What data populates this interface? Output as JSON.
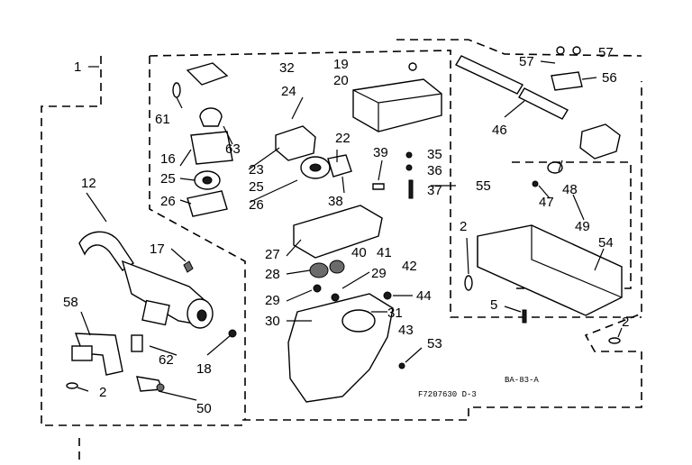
{
  "diagram": {
    "footer": {
      "code_top": "BA-83-A",
      "code_bottom": "F7207630  D-3"
    },
    "labels": {
      "l1": "1",
      "l2a": "2",
      "l2b": "2",
      "l2c": "2",
      "l5": "5",
      "l12": "12",
      "l16": "16",
      "l17": "17",
      "l18": "18",
      "l19": "19",
      "l20": "20",
      "l22": "22",
      "l23": "23",
      "l24": "24",
      "l25a": "25",
      "l25b": "25",
      "l26a": "26",
      "l26b": "26",
      "l27": "27",
      "l28": "28",
      "l29a": "29",
      "l29b": "29",
      "l30": "30",
      "l31": "31",
      "l32": "32",
      "l35": "35",
      "l36": "36",
      "l37": "37",
      "l38": "38",
      "l39": "39",
      "l40": "40",
      "l41": "41",
      "l42": "42",
      "l43": "43",
      "l44": "44",
      "l46": "46",
      "l47": "47",
      "l48": "48",
      "l49": "49",
      "l50": "50",
      "l53": "53",
      "l54": "54",
      "l55": "55",
      "l56": "56",
      "l57a": "57",
      "l57b": "57",
      "l58": "58",
      "l61": "61",
      "l62": "62",
      "l63": "63"
    }
  }
}
